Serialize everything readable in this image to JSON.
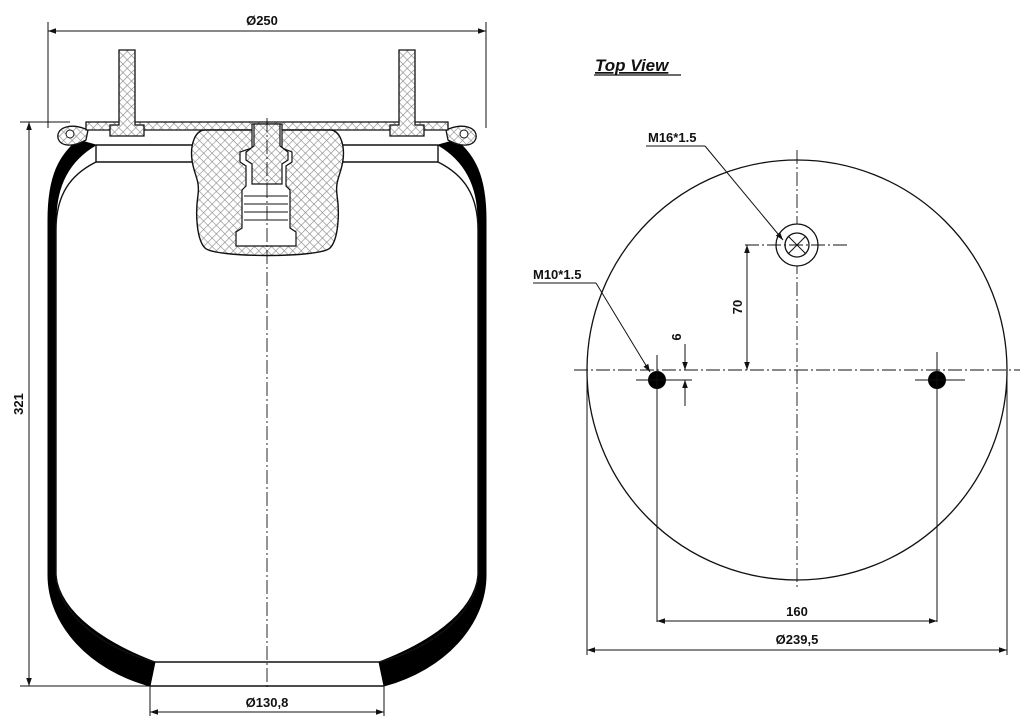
{
  "side_view": {
    "dim_top_diameter": "Ø250",
    "dim_height": "321",
    "dim_bottom_diameter": "Ø130,8"
  },
  "top_view": {
    "title": "Top View",
    "label_center_thread": "M16*1.5",
    "label_side_thread": "M10*1.5",
    "dim_offset_small": "6",
    "dim_offset_center": "70",
    "dim_hole_spacing": "160",
    "dim_plate_diameter": "Ø239,5"
  },
  "colors": {
    "line": "#111111",
    "hatch": "#8a8a8a",
    "rubber": "#000000"
  }
}
